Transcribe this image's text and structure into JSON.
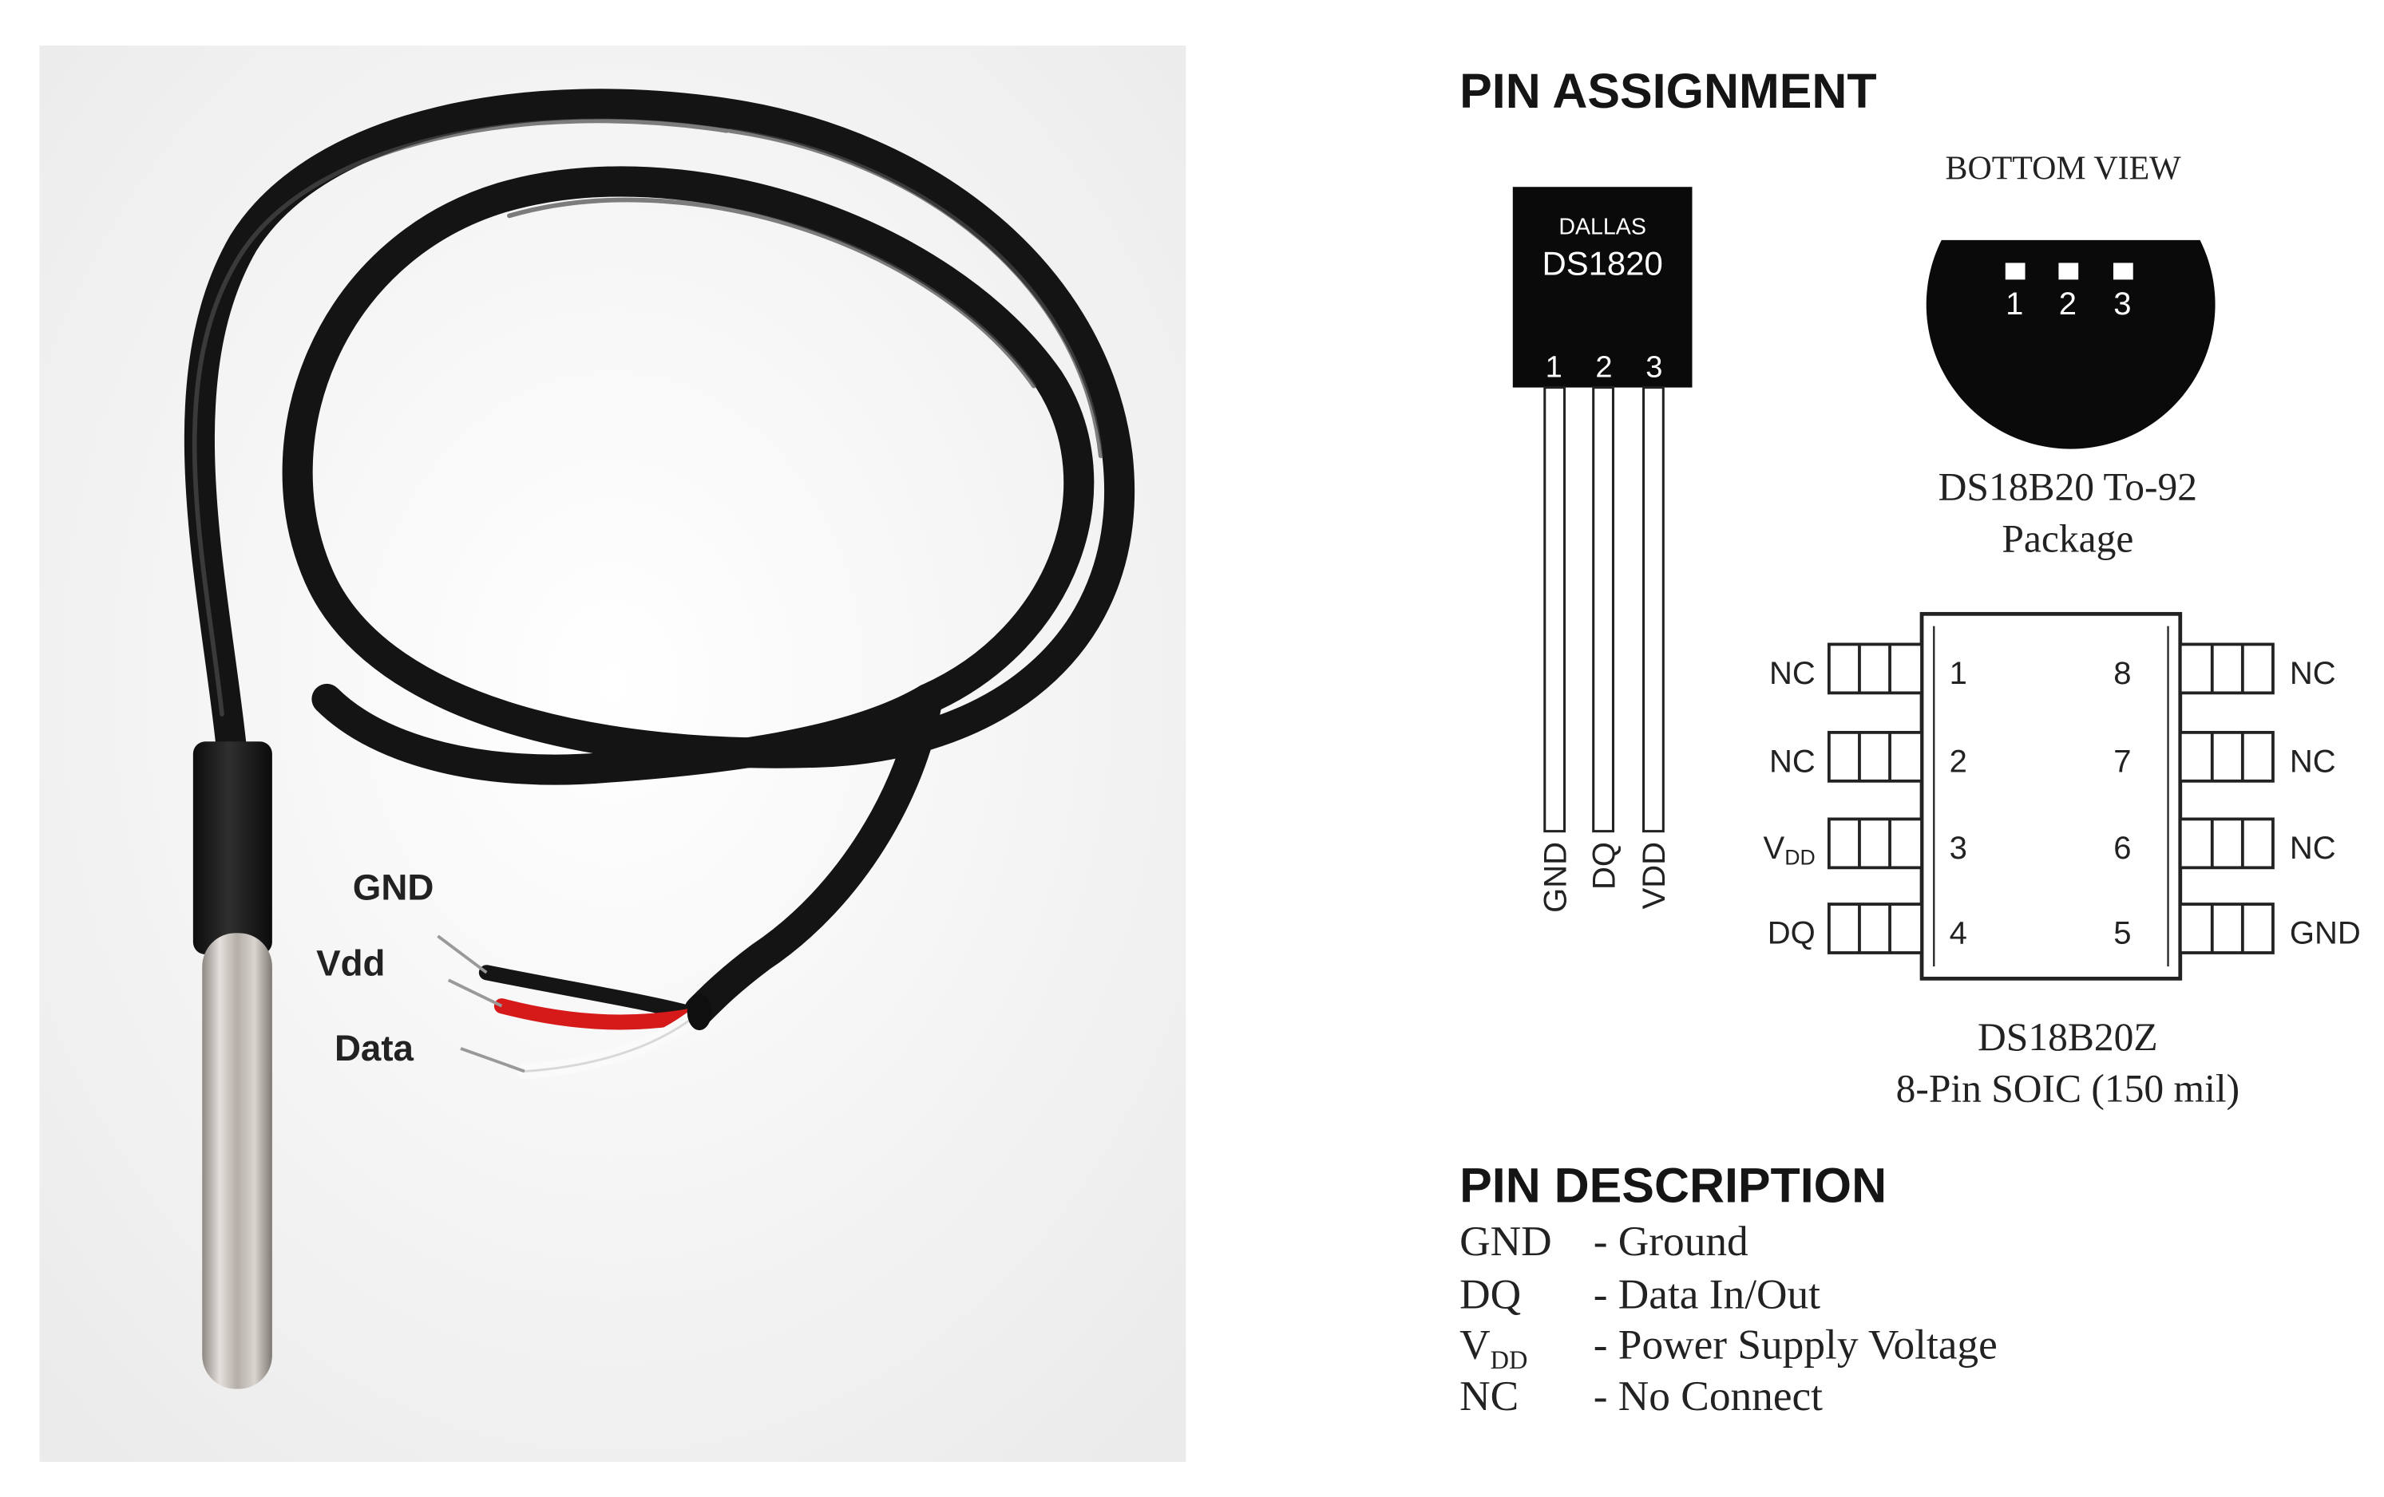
{
  "photo": {
    "labels": {
      "gnd": "GND",
      "vdd": "Vdd",
      "data": "Data"
    },
    "colors": {
      "background": "#f1f1f1",
      "cable": "#151515",
      "wire_red": "#d61a1a",
      "wire_white": "#fafafa",
      "probe": "#b8b0a8"
    }
  },
  "pin_assignment": {
    "heading": "PIN ASSIGNMENT",
    "to92_front": {
      "brand": "DALLAS",
      "part": "DS1820",
      "pin_numbers": [
        "1",
        "2",
        "3"
      ],
      "lead_labels": [
        "GND",
        "DQ",
        "VDD"
      ]
    },
    "bottom_view": {
      "title": "BOTTOM VIEW",
      "pin_numbers": [
        "1",
        "2",
        "3"
      ],
      "caption_line1": "DS18B20 To-92",
      "caption_line2": "Package"
    },
    "soic": {
      "left_pins": [
        {
          "name": "NC",
          "num": "1"
        },
        {
          "name": "NC",
          "num": "2"
        },
        {
          "name": "V",
          "sub": "DD",
          "num": "3"
        },
        {
          "name": "DQ",
          "num": "4"
        }
      ],
      "right_pins": [
        {
          "num": "8",
          "name": "NC"
        },
        {
          "num": "7",
          "name": "NC"
        },
        {
          "num": "6",
          "name": "NC"
        },
        {
          "num": "5",
          "name": "GND"
        }
      ],
      "caption_line1": "DS18B20Z",
      "caption_line2": "8-Pin SOIC (150 mil)"
    }
  },
  "pin_description": {
    "heading": "PIN DESCRIPTION",
    "rows": [
      {
        "term": "GND",
        "definition": "- Ground"
      },
      {
        "term": "DQ",
        "definition": "- Data In/Out"
      },
      {
        "term": "V",
        "term_sub": "DD",
        "definition": "- Power Supply Voltage"
      },
      {
        "term": "NC",
        "definition": "- No Connect"
      }
    ]
  }
}
